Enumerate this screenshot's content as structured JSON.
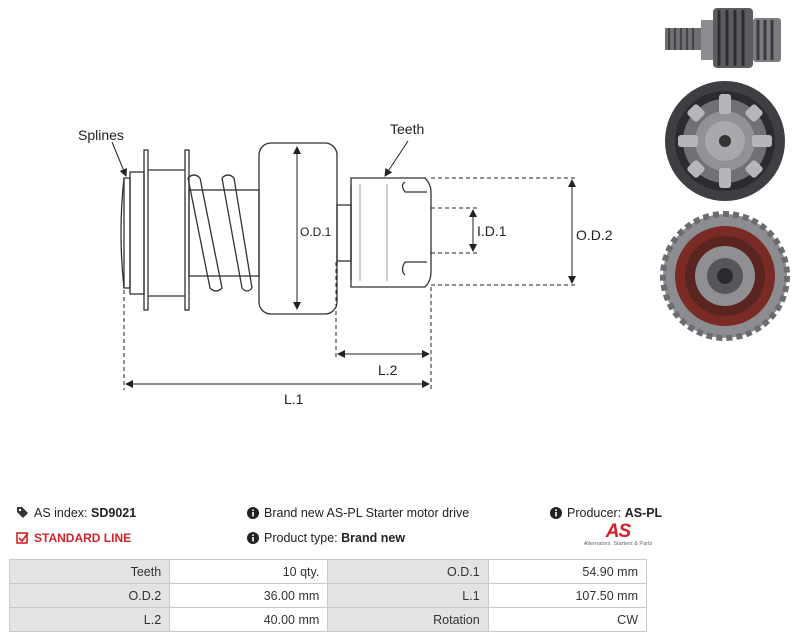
{
  "drawing": {
    "labels": {
      "splines": "Splines",
      "teeth": "Teeth",
      "od1": "O.D.1",
      "od2": "O.D.2",
      "id1": "I.D.1",
      "l1": "L.1",
      "l2": "L.2"
    }
  },
  "info": {
    "as_index_label": "AS index:",
    "as_index_value": "SD9021",
    "description": "Brand new AS-PL Starter motor drive",
    "producer_label": "Producer:",
    "producer_value": "AS-PL",
    "line": "STANDARD LINE",
    "product_type_label": "Product type:",
    "product_type_value": "Brand new",
    "logo_mark": "AS",
    "logo_tagline": "Alternators, Starters & Parts"
  },
  "specs": {
    "rows": [
      {
        "l1": "Teeth",
        "v1": "10 qty.",
        "l2": "O.D.1",
        "v2": "54.90 mm"
      },
      {
        "l1": "O.D.2",
        "v1": "36.00 mm",
        "l2": "L.1",
        "v2": "107.50 mm"
      },
      {
        "l1": "L.2",
        "v1": "40.00 mm",
        "l2": "Rotation",
        "v2": "CW"
      }
    ]
  },
  "colors": {
    "accent_red": "#d3222a",
    "table_label_bg": "#e3e3e3"
  },
  "icons": [
    "tag-icon",
    "check-square-icon",
    "info-icon"
  ]
}
